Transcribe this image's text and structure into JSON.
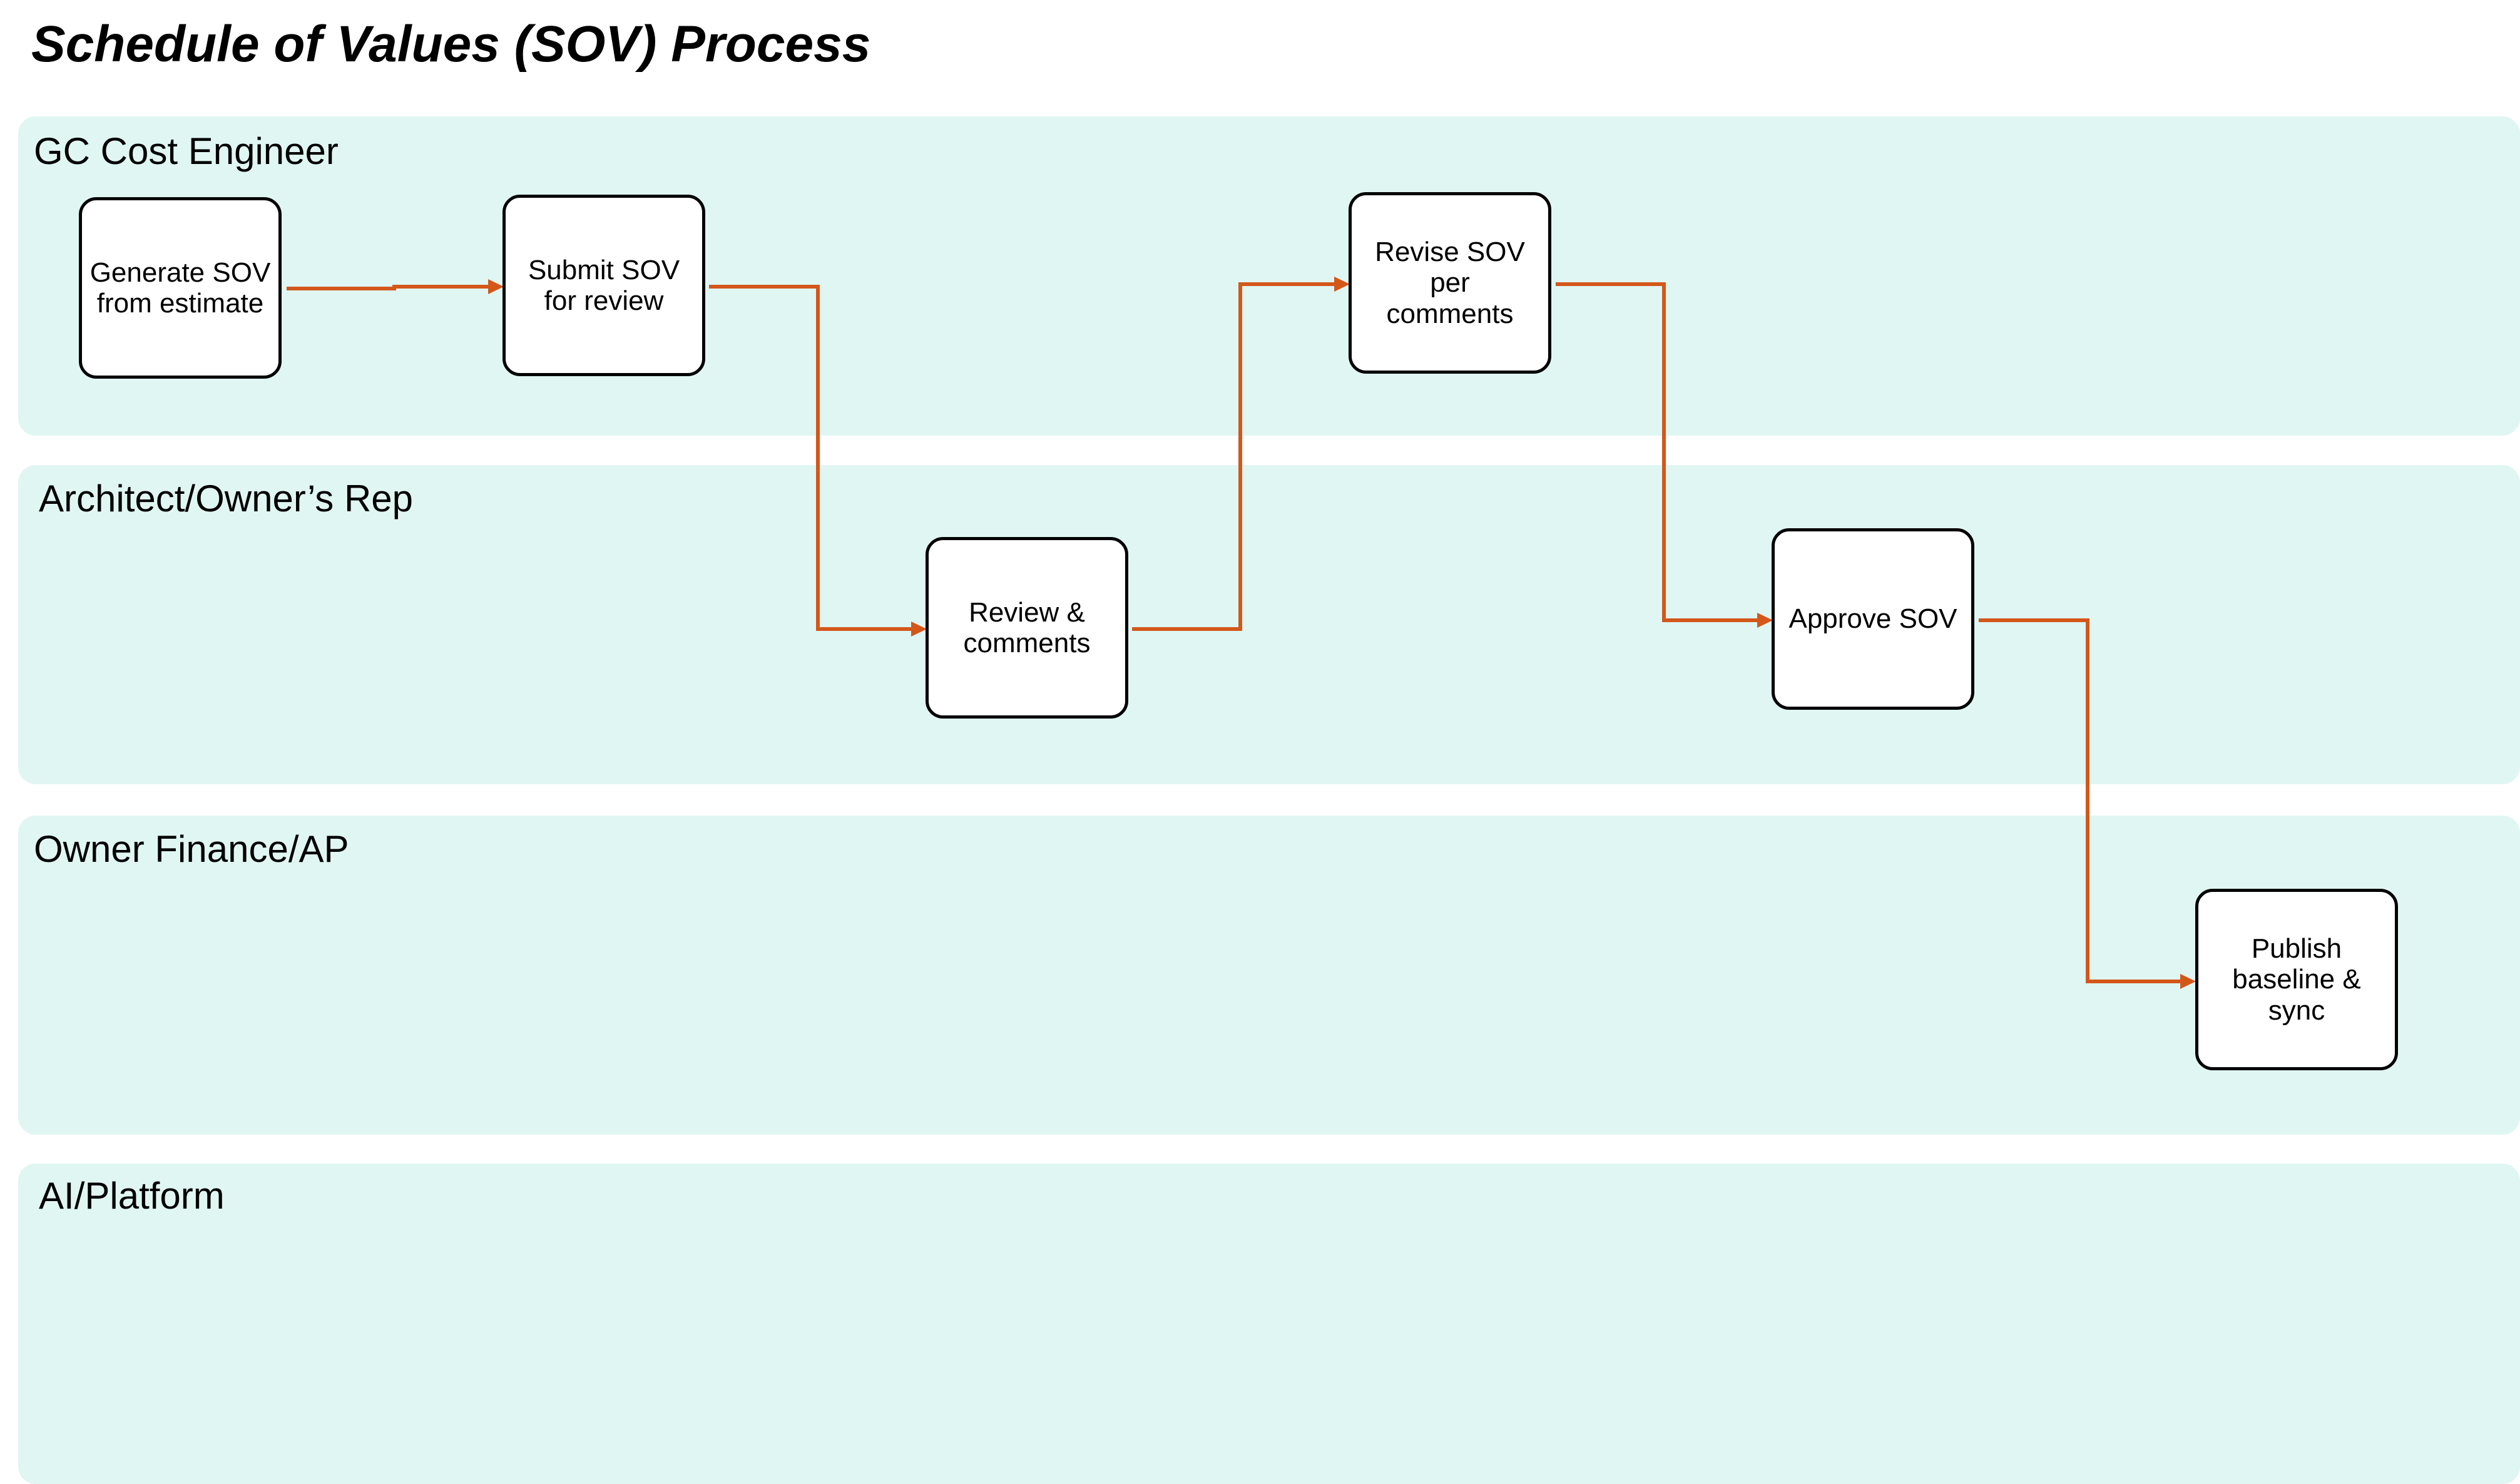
{
  "title": "Schedule of Values (SOV) Process",
  "accent_color": "#d4571a",
  "lane_color": "#e0f6f2",
  "lanes": [
    {
      "label": "GC Cost Engineer"
    },
    {
      "label": "Architect/Owner’s Rep"
    },
    {
      "label": "Owner Finance/AP"
    },
    {
      "label": "AI/Platform"
    }
  ],
  "steps": [
    {
      "label": "Generate SOV\nfrom estimate",
      "lane": "GC Cost Engineer"
    },
    {
      "label": "Submit SOV\nfor review",
      "lane": "GC Cost Engineer"
    },
    {
      "label": "Review &\ncomments",
      "lane": "Architect/Owner’s Rep"
    },
    {
      "label": "Revise SOV per\ncomments",
      "lane": "GC Cost Engineer"
    },
    {
      "label": "Approve SOV",
      "lane": "Architect/Owner’s Rep"
    },
    {
      "label": "Publish\nbaseline &\nsync",
      "lane": "Owner Finance/AP"
    }
  ],
  "flows": [
    {
      "from": "Generate SOV from estimate",
      "to": "Submit SOV for review"
    },
    {
      "from": "Submit SOV for review",
      "to": "Review & comments"
    },
    {
      "from": "Review & comments",
      "to": "Revise SOV per comments"
    },
    {
      "from": "Revise SOV per comments",
      "to": "Approve SOV"
    },
    {
      "from": "Approve SOV",
      "to": "Publish baseline & sync"
    }
  ]
}
